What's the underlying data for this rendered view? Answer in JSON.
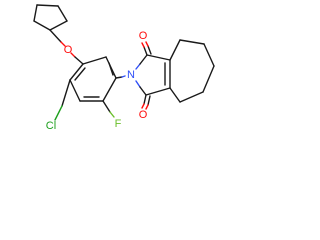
{
  "molecule": {
    "atoms": {
      "ether_o": "O",
      "imide_n": "N",
      "carbonyl_o_top": "O",
      "carbonyl_o_bottom": "O",
      "chlorine": "Cl",
      "fluorine": "F"
    },
    "colors": {
      "bond": "#1a1a1a",
      "oxygen": "#ff0d0d",
      "nitrogen": "#3050f8",
      "chlorine": "#1fa01f",
      "fluorine": "#6abf2a",
      "background": "#ffffff"
    }
  }
}
